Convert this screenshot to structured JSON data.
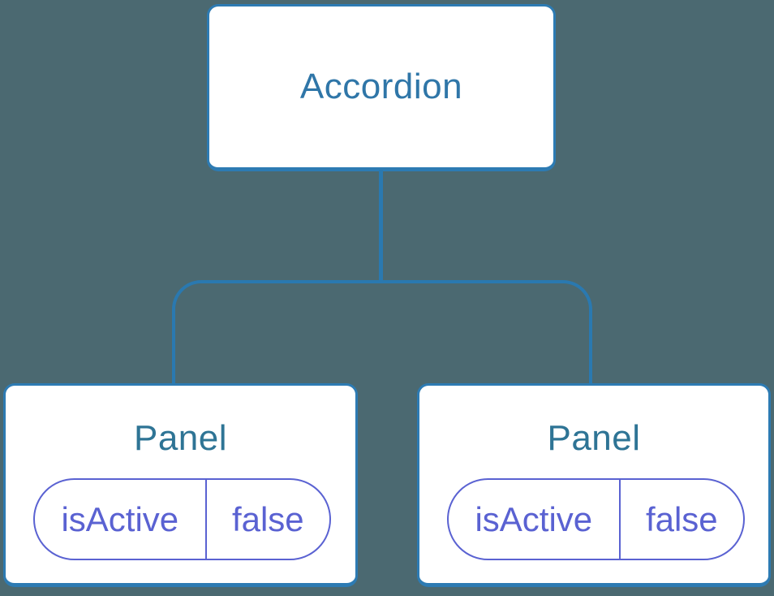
{
  "colors": {
    "background": "#4b6971",
    "connector": "#2a79b0",
    "node_border": "#2d7bb3",
    "node_background": "#ffffff",
    "root_label": "#2f76a8",
    "panel_label": "#2e7495",
    "state_accent": "#5a62d2"
  },
  "tree": {
    "root": {
      "label": "Accordion"
    },
    "children": [
      {
        "label": "Panel",
        "state": {
          "key": "isActive",
          "value": "false"
        }
      },
      {
        "label": "Panel",
        "state": {
          "key": "isActive",
          "value": "false"
        }
      }
    ]
  }
}
